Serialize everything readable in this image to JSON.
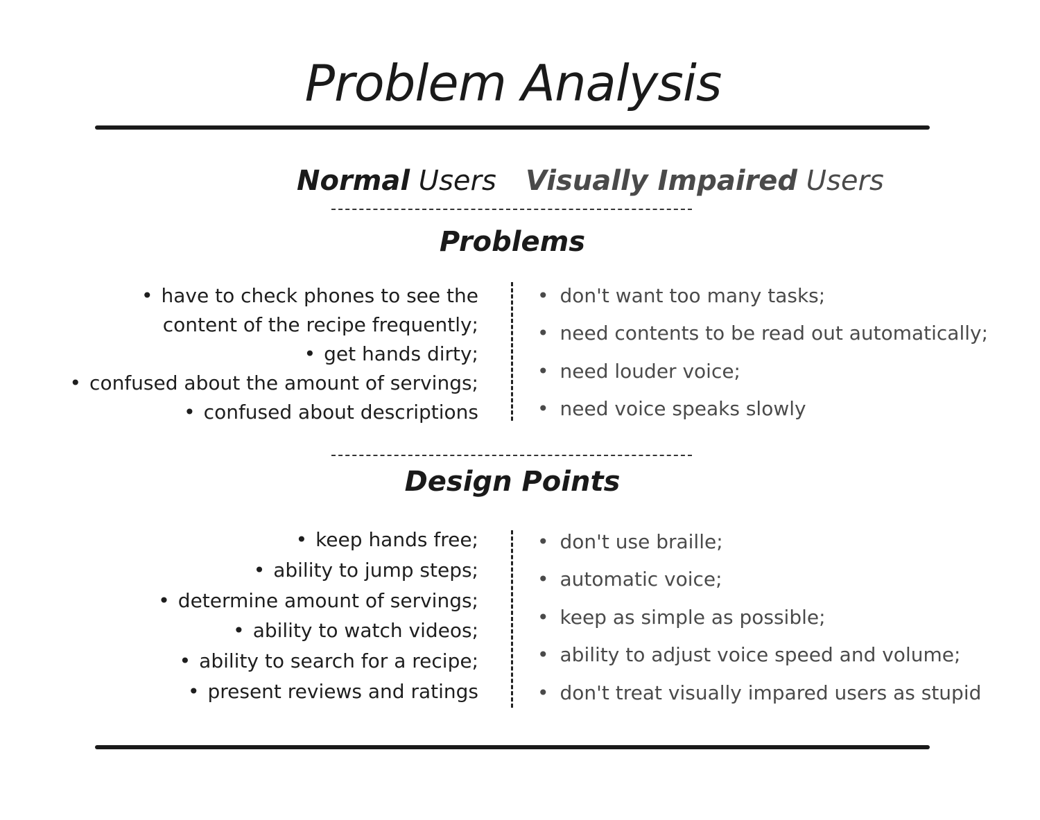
{
  "title": "Problem Analysis",
  "users": {
    "normal_bold": "Normal",
    "normal_rest": " Users",
    "vi_bold": "Visually Impaired",
    "vi_rest": " Users"
  },
  "bullet": "•",
  "problems": {
    "title": "Problems",
    "normal": [
      "have to check phones to see the",
      "content of the recipe frequently;",
      "get hands dirty;",
      "confused about the amount of servings;",
      "confused about descriptions"
    ],
    "normal_bulleted": [
      true,
      false,
      true,
      true,
      true
    ],
    "visually_impaired": [
      "don't want too many tasks;",
      "need contents to be read out automatically;",
      "need louder voice;",
      "need voice speaks slowly"
    ]
  },
  "design_points": {
    "title": "Design Points",
    "normal": [
      "keep hands free;",
      "ability to jump steps;",
      "determine amount of servings;",
      "ability to watch videos;",
      "ability to search for a recipe;",
      "present reviews and ratings"
    ],
    "visually_impaired": [
      "don't use braille;",
      "automatic voice;",
      "keep as simple as possible;",
      "ability to adjust voice speed and volume;",
      "don't treat visually impared users as stupid"
    ]
  },
  "colors": {
    "text_dark": "#1a1a1a",
    "text_gray": "#4a4a4a",
    "rule": "#1a1a1a"
  }
}
